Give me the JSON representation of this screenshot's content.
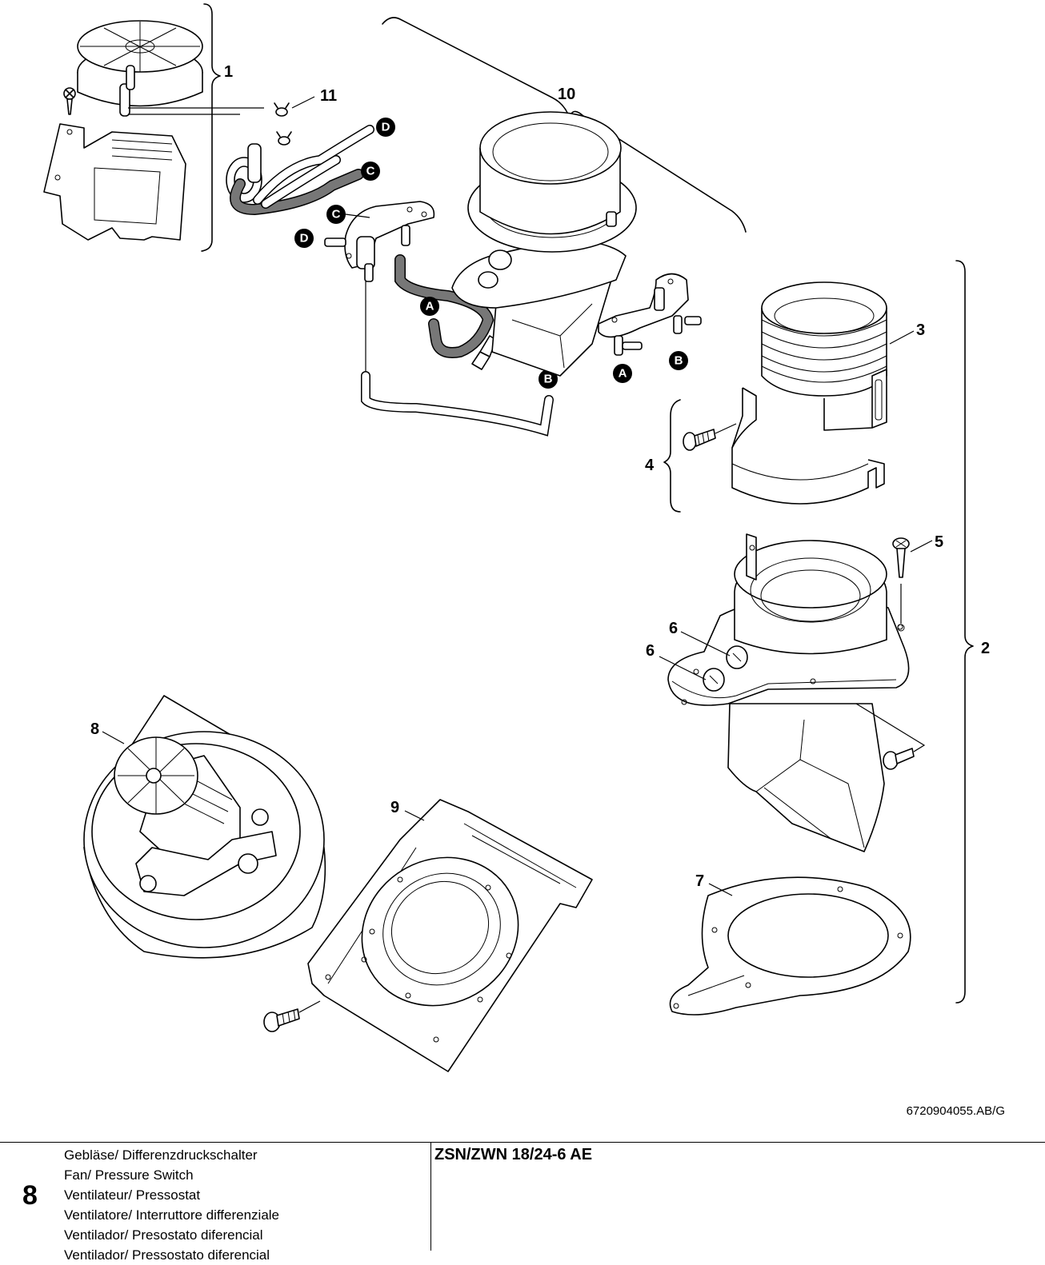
{
  "diagram": {
    "part_numbers": [
      "1",
      "2",
      "3",
      "4",
      "5",
      "6",
      "6",
      "7",
      "8",
      "9",
      "10",
      "11"
    ],
    "connectors": [
      "A",
      "A",
      "B",
      "B",
      "C",
      "C",
      "D",
      "D"
    ],
    "doc_code": "6720904055.AB/G"
  },
  "footer": {
    "section_number": "8",
    "titles": [
      "Gebläse/ Differenzdruckschalter",
      "Fan/ Pressure Switch",
      "Ventilateur/ Pressostat",
      "Ventilatore/ Interruttore differenziale",
      "Ventilador/ Presostato diferencial",
      "Ventilador/ Pressostato diferencial"
    ],
    "model": "ZSN/ZWN 18/24-6 AE"
  }
}
